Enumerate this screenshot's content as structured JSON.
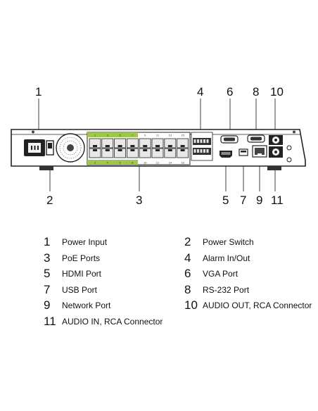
{
  "callouts": [
    "1",
    "2",
    "3",
    "4",
    "5",
    "6",
    "7",
    "8",
    "9",
    "10",
    "11"
  ],
  "poe_top_labels": [
    "1",
    "3",
    "5",
    "7",
    "9",
    "11",
    "13",
    "15"
  ],
  "poe_bottom_labels": [
    "2",
    "4",
    "6",
    "8",
    "10",
    "12",
    "14",
    "16"
  ],
  "legend": [
    {
      "num": "1",
      "label": "Power Input"
    },
    {
      "num": "2",
      "label": "Power Switch"
    },
    {
      "num": "3",
      "label": "PoE  Ports"
    },
    {
      "num": "4",
      "label": "Alarm In/Out"
    },
    {
      "num": "5",
      "label": "HDMI Port"
    },
    {
      "num": "6",
      "label": "VGA Port"
    },
    {
      "num": "7",
      "label": "USB  Port"
    },
    {
      "num": "8",
      "label": "RS-232 Port"
    },
    {
      "num": "9",
      "label": "Network Port"
    },
    {
      "num": "10",
      "label": "AUDIO OUT, RCA Connector"
    },
    {
      "num": "11",
      "label": "AUDIO IN, RCA Connector"
    }
  ],
  "colors": {
    "poe_green": "#9dc84a",
    "chassis": "#222222",
    "port_fill": "#e8e8e8"
  }
}
